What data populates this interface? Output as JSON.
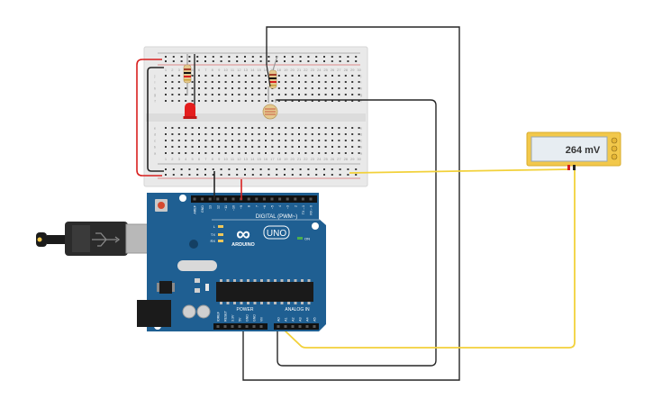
{
  "colors": {
    "background": "#ffffff",
    "breadboard": "#e9e9e9",
    "breadboard_rail_red": "#d22f2f",
    "arduino_board": "#1f5f92",
    "arduino_board_dark": "#174a74",
    "wire_black": "#262626",
    "wire_red": "#d8201f",
    "wire_yellow": "#f2d13a",
    "led_red": "#e41d1d",
    "multimeter_body": "#f2c84b",
    "multimeter_screen": "#e7edf2"
  },
  "multimeter": {
    "reading": "264 mV"
  },
  "arduino": {
    "brand": "ARDUINO",
    "model": "UNO",
    "logo_symbol": "∞",
    "header_digital_label": "DIGITAL (PWM~)",
    "header_power_label": "POWER",
    "header_analog_label": "ANALOG IN",
    "on_label": "ON",
    "led_labels": [
      "L",
      "TX",
      "RX"
    ],
    "digital_pins": [
      "AREF",
      "GND",
      "13",
      "12",
      "~11",
      "~10",
      "~9",
      "8",
      "7",
      "~6",
      "~5",
      "4",
      "~3",
      "2",
      "TX→1",
      "RX←0"
    ],
    "power_pins": [
      "IOREF",
      "RESET",
      "3.3V",
      "5V",
      "GND",
      "GND",
      "Vin"
    ],
    "analog_pins": [
      "A0",
      "A1",
      "A2",
      "A3",
      "A4",
      "A5"
    ]
  },
  "breadboard": {
    "row_letters_top": [
      "j",
      "i",
      "h",
      "g",
      "f"
    ],
    "row_letters_bottom": [
      "e",
      "d",
      "c",
      "b",
      "a"
    ],
    "column_count": 30
  },
  "icons": {
    "usb_cable": "usb-cable-icon",
    "power_jack": "power-jack-icon",
    "reset_button": "reset-button-icon"
  }
}
